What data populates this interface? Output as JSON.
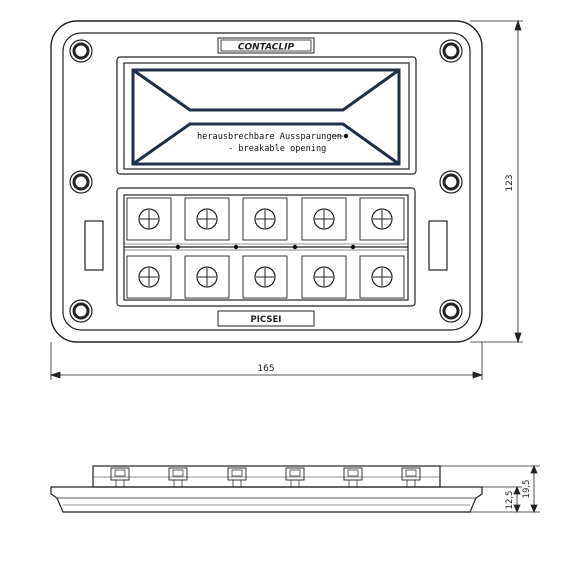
{
  "brand": {
    "top_label": "CONTACLIP",
    "bottom_label": "PICSEI"
  },
  "annotation": {
    "line1": "herausbrechbare Aussparungen",
    "line2": "- breakable opening"
  },
  "dimensions": {
    "width": "165",
    "height": "123",
    "side_a": "12,5",
    "side_b": "19,5"
  },
  "colors": {
    "stroke": "#222222",
    "dark": "#1f2f47"
  }
}
